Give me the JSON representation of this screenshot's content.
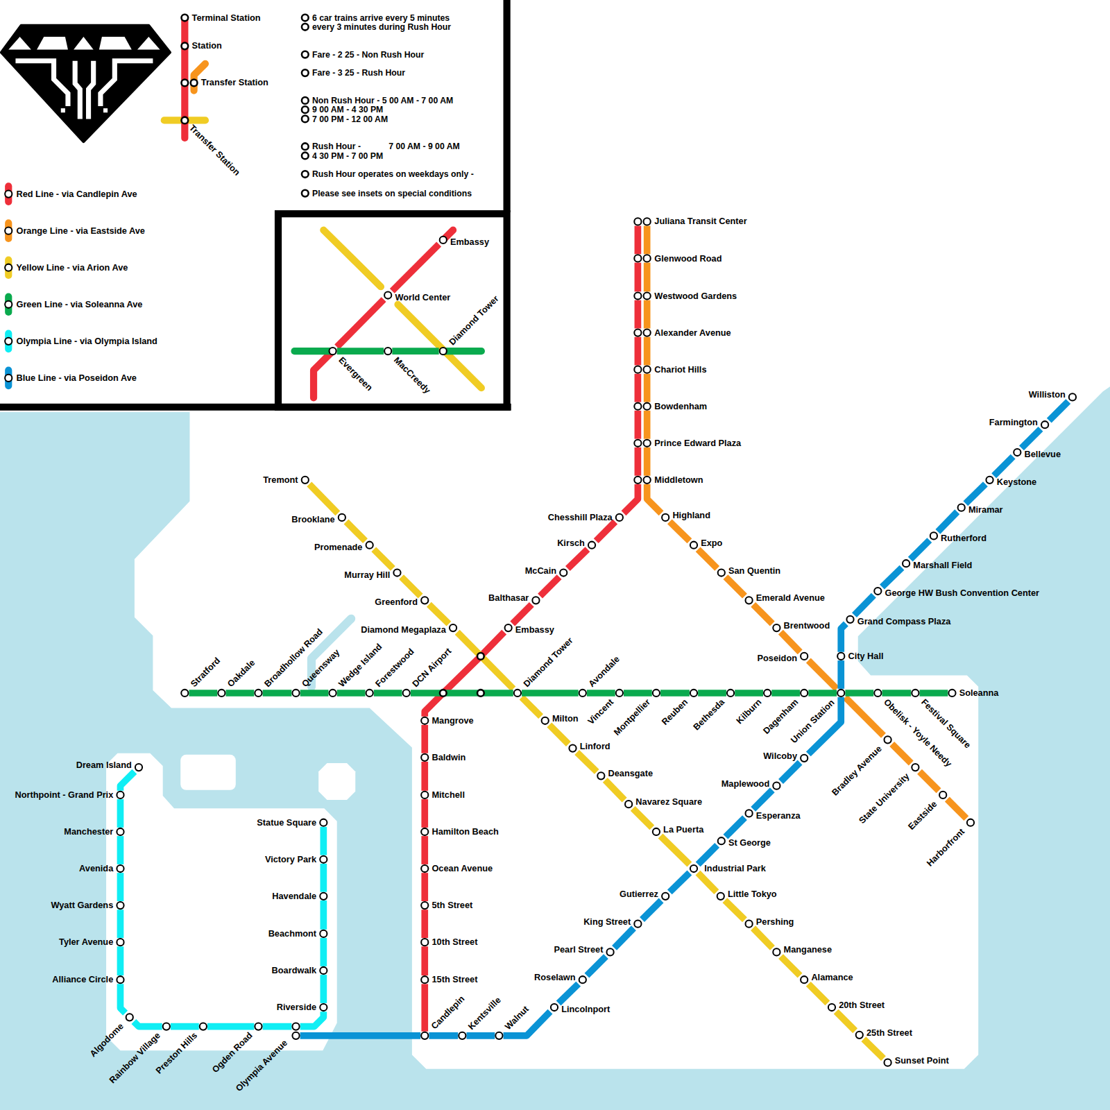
{
  "diagram": {
    "nodes": [
      {
        "text": [
          "Embassy"
        ]
      },
      {
        "text": [
          "World Center"
        ]
      },
      {
        "text": [
          "Diamond Tower"
        ]
      },
      {
        "text": [
          "Evergreen"
        ]
      },
      {
        "text": [
          "MacCreedy"
        ]
      },
      {
        "text": [
          "Juliana Transit Center"
        ]
      },
      {
        "text": [
          "Glenwood Road"
        ]
      },
      {
        "text": [
          "Westwood Gardens"
        ]
      },
      {
        "text": [
          "Alexander Avenue"
        ]
      },
      {
        "text": [
          "Chariot Hills"
        ]
      },
      {
        "text": [
          "Bowdenham"
        ]
      },
      {
        "text": [
          "Prince Edward Plaza"
        ]
      },
      {
        "text": [
          "Middletown"
        ]
      },
      {
        "text": [
          "Chesshill Plaza"
        ]
      },
      {
        "text": [
          "Kirsch"
        ]
      },
      {
        "text": [
          "McCain"
        ]
      },
      {
        "text": [
          "Balthasar"
        ]
      },
      {
        "text": [
          "Embassy"
        ]
      },
      {
        "text": [
          "Mangrove"
        ]
      },
      {
        "text": [
          "Baldwin"
        ]
      },
      {
        "text": [
          "Mitchell"
        ]
      },
      {
        "text": [
          "Hamilton Beach"
        ]
      },
      {
        "text": [
          "Ocean Avenue"
        ]
      },
      {
        "text": [
          "5th Street"
        ]
      },
      {
        "text": [
          "10th Street"
        ]
      },
      {
        "text": [
          "15th Street"
        ]
      },
      {
        "text": [
          "Candlepin"
        ]
      },
      {
        "text": [
          "Highland"
        ]
      },
      {
        "text": [
          "Expo"
        ]
      },
      {
        "text": [
          "San Quentin"
        ]
      },
      {
        "text": [
          "Emerald Avenue"
        ]
      },
      {
        "text": [
          "Brentwood"
        ]
      },
      {
        "text": [
          "Poseidon"
        ]
      },
      {
        "text": [
          "Union Station"
        ]
      },
      {
        "text": [
          "Bradley Avenue"
        ]
      },
      {
        "text": [
          "State University"
        ]
      },
      {
        "text": [
          "Eastside"
        ]
      },
      {
        "text": [
          "Harborfront"
        ]
      },
      {
        "text": [
          "Tremont"
        ]
      },
      {
        "text": [
          "Brooklane"
        ]
      },
      {
        "text": [
          "Promenade"
        ]
      },
      {
        "text": [
          "Murray Hill"
        ]
      },
      {
        "text": [
          "Greenford"
        ]
      },
      {
        "text": [
          "Diamond Megaplaza"
        ]
      },
      {
        "text": [
          "Diamond Tower"
        ]
      },
      {
        "text": [
          "Milton"
        ]
      },
      {
        "text": [
          "Linford"
        ]
      },
      {
        "text": [
          "Deansgate"
        ]
      },
      {
        "text": [
          "Navarez Square"
        ]
      },
      {
        "text": [
          "La Puerta"
        ]
      },
      {
        "text": [
          "Industrial Park"
        ]
      },
      {
        "text": [
          "Little Tokyo"
        ]
      },
      {
        "text": [
          "Pershing"
        ]
      },
      {
        "text": [
          "Manganese"
        ]
      },
      {
        "text": [
          "Alamance"
        ]
      },
      {
        "text": [
          "20th Street"
        ]
      },
      {
        "text": [
          "25th Street"
        ]
      },
      {
        "text": [
          "Sunset Point"
        ]
      },
      {
        "text": [
          "Stratford"
        ]
      },
      {
        "text": [
          "Oakdale"
        ]
      },
      {
        "text": [
          "Broadhollow Road"
        ]
      },
      {
        "text": [
          "Queensway"
        ]
      },
      {
        "text": [
          "Wedge Island"
        ]
      },
      {
        "text": [
          "Forestwood"
        ]
      },
      {
        "text": [
          "DCN Airport"
        ]
      },
      {
        "text": [
          "Avondale"
        ]
      },
      {
        "text": [
          "Vincent"
        ]
      },
      {
        "text": [
          "Montpellier"
        ]
      },
      {
        "text": [
          "Reuben"
        ]
      },
      {
        "text": [
          "Bethesda"
        ]
      },
      {
        "text": [
          "Kilburn"
        ]
      },
      {
        "text": [
          "Dagenham"
        ]
      },
      {
        "text": [
          "Obelisk - Yoyle Needy"
        ]
      },
      {
        "text": [
          "Festival Square"
        ]
      },
      {
        "text": [
          "Soleanna"
        ]
      },
      {
        "text": [
          "Williston"
        ]
      },
      {
        "text": [
          "Farmington"
        ]
      },
      {
        "text": [
          "Bellevue"
        ]
      },
      {
        "text": [
          "Keystone"
        ]
      },
      {
        "text": [
          "Miramar"
        ]
      },
      {
        "text": [
          "Rutherford"
        ]
      },
      {
        "text": [
          "Marshall Field"
        ]
      },
      {
        "text": [
          "George HW Bush Convention Center"
        ]
      },
      {
        "text": [
          "Grand Compass Plaza"
        ]
      },
      {
        "text": [
          "City Hall"
        ]
      },
      {
        "text": [
          "Wilcoby"
        ]
      },
      {
        "text": [
          "Maplewood"
        ]
      },
      {
        "text": [
          "Esperanza"
        ]
      },
      {
        "text": [
          "St George"
        ]
      },
      {
        "text": [
          "Gutierrez"
        ]
      },
      {
        "text": [
          "King Street"
        ]
      },
      {
        "text": [
          "Pearl Street"
        ]
      },
      {
        "text": [
          "Roselawn"
        ]
      },
      {
        "text": [
          "Lincolnport"
        ]
      },
      {
        "text": [
          "Walnut"
        ]
      },
      {
        "text": [
          "Kentsville"
        ]
      },
      {
        "text": [
          "Olympia Avenue"
        ]
      },
      {
        "text": [
          "Dream Island"
        ]
      },
      {
        "text": [
          "Northpoint - Grand Prix"
        ]
      },
      {
        "text": [
          "Manchester"
        ]
      },
      {
        "text": [
          "Avenida"
        ]
      },
      {
        "text": [
          "Wyatt Gardens"
        ]
      },
      {
        "text": [
          "Tyler Avenue"
        ]
      },
      {
        "text": [
          "Alliance Circle"
        ]
      },
      {
        "text": [
          "Algodome"
        ]
      },
      {
        "text": [
          "Rainbow Village"
        ]
      },
      {
        "text": [
          "Preston Hills"
        ]
      },
      {
        "text": [
          "Ogden Road"
        ]
      },
      {
        "text": [
          "Riverside"
        ]
      },
      {
        "text": [
          "Boardwalk"
        ]
      },
      {
        "text": [
          "Beachmont"
        ]
      },
      {
        "text": [
          "Havendale"
        ]
      },
      {
        "text": [
          "Victory Park"
        ]
      },
      {
        "text": [
          "Statue Square"
        ]
      }
    ],
    "edges": [
      {
        "from": 3,
        "to": 1,
        "arrow": "none"
      },
      {
        "from": 1,
        "to": 0,
        "arrow": "none"
      },
      {
        "from": 3,
        "to": 4,
        "arrow": "none"
      },
      {
        "from": 4,
        "to": 2,
        "arrow": "none"
      },
      {
        "from": 5,
        "to": 6,
        "arrow": "none"
      },
      {
        "from": 6,
        "to": 7,
        "arrow": "none"
      },
      {
        "from": 7,
        "to": 8,
        "arrow": "none"
      },
      {
        "from": 8,
        "to": 9,
        "arrow": "none"
      },
      {
        "from": 9,
        "to": 10,
        "arrow": "none"
      },
      {
        "from": 10,
        "to": 11,
        "arrow": "none"
      },
      {
        "from": 11,
        "to": 12,
        "arrow": "none"
      },
      {
        "from": 5,
        "to": 6,
        "arrow": "none"
      },
      {
        "from": 6,
        "to": 7,
        "arrow": "none"
      },
      {
        "from": 7,
        "to": 8,
        "arrow": "none"
      },
      {
        "from": 8,
        "to": 9,
        "arrow": "none"
      },
      {
        "from": 9,
        "to": 10,
        "arrow": "none"
      },
      {
        "from": 10,
        "to": 11,
        "arrow": "none"
      },
      {
        "from": 11,
        "to": 12,
        "arrow": "none"
      },
      {
        "from": 12,
        "to": 13,
        "arrow": "none"
      },
      {
        "from": 13,
        "to": 14,
        "arrow": "none"
      },
      {
        "from": 14,
        "to": 15,
        "arrow": "none"
      },
      {
        "from": 15,
        "to": 16,
        "arrow": "none"
      },
      {
        "from": 16,
        "to": 17,
        "arrow": "none"
      },
      {
        "from": 17,
        "to": 18,
        "arrow": "none"
      },
      {
        "from": 18,
        "to": 19,
        "arrow": "none"
      },
      {
        "from": 19,
        "to": 20,
        "arrow": "none"
      },
      {
        "from": 20,
        "to": 21,
        "arrow": "none"
      },
      {
        "from": 21,
        "to": 22,
        "arrow": "none"
      },
      {
        "from": 22,
        "to": 23,
        "arrow": "none"
      },
      {
        "from": 23,
        "to": 24,
        "arrow": "none"
      },
      {
        "from": 24,
        "to": 25,
        "arrow": "none"
      },
      {
        "from": 25,
        "to": 26,
        "arrow": "none"
      },
      {
        "from": 12,
        "to": 27,
        "arrow": "none"
      },
      {
        "from": 27,
        "to": 28,
        "arrow": "none"
      },
      {
        "from": 28,
        "to": 29,
        "arrow": "none"
      },
      {
        "from": 29,
        "to": 30,
        "arrow": "none"
      },
      {
        "from": 30,
        "to": 31,
        "arrow": "none"
      },
      {
        "from": 31,
        "to": 32,
        "arrow": "none"
      },
      {
        "from": 32,
        "to": 33,
        "arrow": "none"
      },
      {
        "from": 33,
        "to": 34,
        "arrow": "none"
      },
      {
        "from": 34,
        "to": 35,
        "arrow": "none"
      },
      {
        "from": 35,
        "to": 36,
        "arrow": "none"
      },
      {
        "from": 36,
        "to": 37,
        "arrow": "none"
      },
      {
        "from": 38,
        "to": 39,
        "arrow": "none"
      },
      {
        "from": 39,
        "to": 40,
        "arrow": "none"
      },
      {
        "from": 40,
        "to": 41,
        "arrow": "none"
      },
      {
        "from": 41,
        "to": 42,
        "arrow": "none"
      },
      {
        "from": 42,
        "to": 43,
        "arrow": "none"
      },
      {
        "from": 43,
        "to": 44,
        "arrow": "none"
      },
      {
        "from": 44,
        "to": 45,
        "arrow": "none"
      },
      {
        "from": 45,
        "to": 46,
        "arrow": "none"
      },
      {
        "from": 46,
        "to": 47,
        "arrow": "none"
      },
      {
        "from": 47,
        "to": 48,
        "arrow": "none"
      },
      {
        "from": 48,
        "to": 49,
        "arrow": "none"
      },
      {
        "from": 49,
        "to": 50,
        "arrow": "none"
      },
      {
        "from": 50,
        "to": 51,
        "arrow": "none"
      },
      {
        "from": 51,
        "to": 52,
        "arrow": "none"
      },
      {
        "from": 52,
        "to": 53,
        "arrow": "none"
      },
      {
        "from": 53,
        "to": 54,
        "arrow": "none"
      },
      {
        "from": 54,
        "to": 55,
        "arrow": "none"
      },
      {
        "from": 55,
        "to": 56,
        "arrow": "none"
      },
      {
        "from": 56,
        "to": 57,
        "arrow": "none"
      },
      {
        "from": 58,
        "to": 59,
        "arrow": "none"
      },
      {
        "from": 59,
        "to": 60,
        "arrow": "none"
      },
      {
        "from": 60,
        "to": 61,
        "arrow": "none"
      },
      {
        "from": 61,
        "to": 62,
        "arrow": "none"
      },
      {
        "from": 62,
        "to": 63,
        "arrow": "none"
      },
      {
        "from": 63,
        "to": 64,
        "arrow": "none"
      },
      {
        "from": 64,
        "to": 44,
        "arrow": "none"
      },
      {
        "from": 44,
        "to": 65,
        "arrow": "none"
      },
      {
        "from": 65,
        "to": 66,
        "arrow": "none"
      },
      {
        "from": 66,
        "to": 67,
        "arrow": "none"
      },
      {
        "from": 67,
        "to": 68,
        "arrow": "none"
      },
      {
        "from": 68,
        "to": 69,
        "arrow": "none"
      },
      {
        "from": 69,
        "to": 70,
        "arrow": "none"
      },
      {
        "from": 70,
        "to": 71,
        "arrow": "none"
      },
      {
        "from": 71,
        "to": 33,
        "arrow": "none"
      },
      {
        "from": 33,
        "to": 72,
        "arrow": "none"
      },
      {
        "from": 72,
        "to": 73,
        "arrow": "none"
      },
      {
        "from": 73,
        "to": 74,
        "arrow": "none"
      },
      {
        "from": 75,
        "to": 76,
        "arrow": "none"
      },
      {
        "from": 76,
        "to": 77,
        "arrow": "none"
      },
      {
        "from": 77,
        "to": 78,
        "arrow": "none"
      },
      {
        "from": 78,
        "to": 79,
        "arrow": "none"
      },
      {
        "from": 79,
        "to": 80,
        "arrow": "none"
      },
      {
        "from": 80,
        "to": 81,
        "arrow": "none"
      },
      {
        "from": 81,
        "to": 82,
        "arrow": "none"
      },
      {
        "from": 82,
        "to": 83,
        "arrow": "none"
      },
      {
        "from": 83,
        "to": 84,
        "arrow": "none"
      },
      {
        "from": 84,
        "to": 33,
        "arrow": "none"
      },
      {
        "from": 33,
        "to": 85,
        "arrow": "none"
      },
      {
        "from": 85,
        "to": 86,
        "arrow": "none"
      },
      {
        "from": 86,
        "to": 87,
        "arrow": "none"
      },
      {
        "from": 87,
        "to": 88,
        "arrow": "none"
      },
      {
        "from": 88,
        "to": 50,
        "arrow": "none"
      },
      {
        "from": 50,
        "to": 89,
        "arrow": "none"
      },
      {
        "from": 89,
        "to": 90,
        "arrow": "none"
      },
      {
        "from": 90,
        "to": 91,
        "arrow": "none"
      },
      {
        "from": 91,
        "to": 92,
        "arrow": "none"
      },
      {
        "from": 92,
        "to": 93,
        "arrow": "none"
      },
      {
        "from": 93,
        "to": 94,
        "arrow": "none"
      },
      {
        "from": 94,
        "to": 95,
        "arrow": "none"
      },
      {
        "from": 95,
        "to": 26,
        "arrow": "none"
      },
      {
        "from": 26,
        "to": 96,
        "arrow": "none"
      },
      {
        "from": 97,
        "to": 98,
        "arrow": "none"
      },
      {
        "from": 98,
        "to": 99,
        "arrow": "none"
      },
      {
        "from": 99,
        "to": 100,
        "arrow": "none"
      },
      {
        "from": 100,
        "to": 101,
        "arrow": "none"
      },
      {
        "from": 101,
        "to": 102,
        "arrow": "none"
      },
      {
        "from": 102,
        "to": 103,
        "arrow": "none"
      },
      {
        "from": 103,
        "to": 104,
        "arrow": "none"
      },
      {
        "from": 104,
        "to": 105,
        "arrow": "none"
      },
      {
        "from": 105,
        "to": 106,
        "arrow": "none"
      },
      {
        "from": 106,
        "to": 107,
        "arrow": "none"
      },
      {
        "from": 107,
        "to": 96,
        "arrow": "none"
      },
      {
        "from": 96,
        "to": 108,
        "arrow": "none"
      },
      {
        "from": 108,
        "to": 109,
        "arrow": "none"
      },
      {
        "from": 109,
        "to": 110,
        "arrow": "none"
      },
      {
        "from": 110,
        "to": 111,
        "arrow": "none"
      },
      {
        "from": 111,
        "to": 112,
        "arrow": "none"
      },
      {
        "from": 112,
        "to": 113,
        "arrow": "none"
      }
    ],
    "labels": [
      "6 car trains arrive every 5 minutes",
      "every 3 minutes during Rush Hour",
      "Fare - 2 25 - Non Rush Hour",
      "Fare - 3 25 - Rush Hour",
      "Non Rush Hour - 5 00 AM - 7 00 AM",
      "9 00 AM - 4 30 PM",
      "7 00 PM - 12 00 AM",
      "Rush Hour -",
      "7 00 AM - 9 00 AM",
      "4 30 PM - 7 00 PM",
      "Rush Hour operates on weekdays only -",
      "Please see insets on special conditions"
    ],
    "legend": [
      {
        "text": "Terminal Station"
      },
      {
        "text": "Station"
      },
      {
        "text": "Transfer Station"
      },
      {
        "text": "Transfer Station"
      },
      {
        "text": "Red Line - via Candlepin Ave",
        "color": "#ee2f3a"
      },
      {
        "text": "Orange Line - via Eastside Ave",
        "color": "#f7941d"
      },
      {
        "text": "Yellow Line - via Arion Ave",
        "color": "#f0cc24"
      },
      {
        "text": "Green Line - via Soleanna Ave",
        "color": "#0aaa4e"
      },
      {
        "text": "Olympia Line - via Olympia Island",
        "color": "#10eef4"
      },
      {
        "text": "Blue Line - via Poseidon Ave",
        "color": "#0a93d5"
      }
    ]
  }
}
